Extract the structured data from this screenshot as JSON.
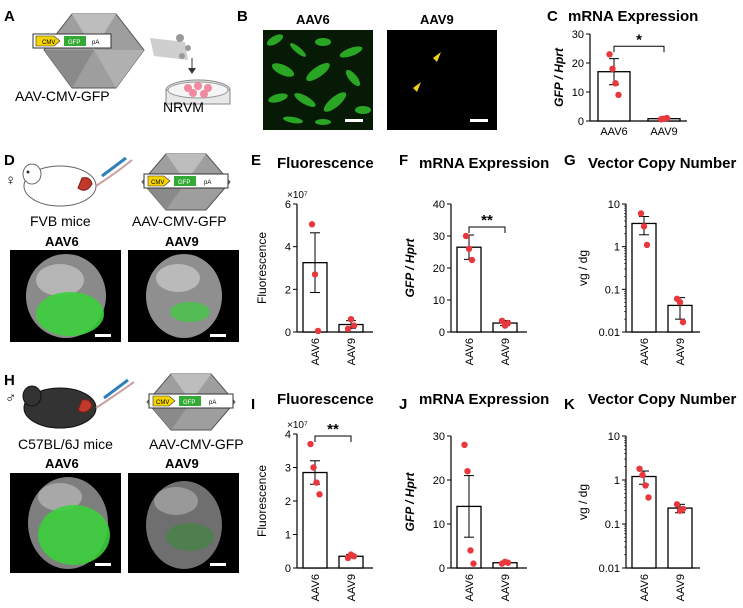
{
  "panels": {
    "A": {
      "letter": "A",
      "construct": "AAV-CMV-GFP",
      "cells": "NRVM",
      "parts": [
        "CMV",
        "GFP",
        "pA"
      ]
    },
    "B": {
      "letter": "B",
      "img1": "AAV6",
      "img2": "AAV9"
    },
    "C": {
      "letter": "C",
      "title": "mRNA Expression"
    },
    "D": {
      "letter": "D",
      "sex": "♀",
      "mice": "FVB mice",
      "construct": "AAV-CMV-GFP",
      "img1": "AAV6",
      "img2": "AAV9"
    },
    "E": {
      "letter": "E",
      "title": "Fluorescence"
    },
    "F": {
      "letter": "F",
      "title": "mRNA Expression"
    },
    "G": {
      "letter": "G",
      "title": "Vector Copy Number"
    },
    "H": {
      "letter": "H",
      "sex": "♂",
      "mice": "C57BL/6J mice",
      "construct": "AAV-CMV-GFP",
      "img1": "AAV6",
      "img2": "AAV9"
    },
    "I": {
      "letter": "I",
      "title": "Fluorescence"
    },
    "J": {
      "letter": "J",
      "title": "mRNA Expression"
    },
    "K": {
      "letter": "K",
      "title": "Vector Copy Number"
    }
  },
  "colors": {
    "bar_fill": "#ffffff",
    "bar_stroke": "#000000",
    "point": "#e8383d",
    "gfp": "#33cc33",
    "cmv": "#f5d400"
  },
  "chart_data": [
    {
      "id": "C",
      "type": "bar",
      "categories": [
        "AAV6",
        "AAV9"
      ],
      "values": [
        17,
        0.8
      ],
      "errors": [
        4.5,
        0.3
      ],
      "points": [
        [
          23,
          18,
          13,
          9
        ],
        [
          0.6,
          0.8,
          1.0
        ]
      ],
      "ylabel": "GFP / Hprt",
      "yticks": [
        "0",
        "10",
        "20",
        "30"
      ],
      "ylim": [
        0,
        30
      ],
      "scale": "linear",
      "signif": "*"
    },
    {
      "id": "E",
      "type": "bar",
      "categories": [
        "AAV6",
        "AAV9"
      ],
      "values": [
        3.25,
        0.35
      ],
      "errors": [
        1.4,
        0.18
      ],
      "points": [
        [
          5.05,
          2.7,
          0.05
        ],
        [
          0.15,
          0.6,
          0.3
        ]
      ],
      "ylabel": "Fluorescence",
      "yticks": [
        "0",
        "2",
        "4",
        "6"
      ],
      "ylim": [
        0,
        6
      ],
      "scale": "linear",
      "exponent": "×10⁷",
      "signif": ""
    },
    {
      "id": "F",
      "type": "bar",
      "categories": [
        "AAV6",
        "AAV9"
      ],
      "values": [
        26.5,
        2.8
      ],
      "errors": [
        3.8,
        0.8
      ],
      "points": [
        [
          30,
          26,
          22.5
        ],
        [
          3.5,
          2.0,
          2.8
        ]
      ],
      "ylabel": "GFP / Hprt",
      "yticks": [
        "0",
        "10",
        "20",
        "30",
        "40"
      ],
      "ylim": [
        0,
        40
      ],
      "scale": "linear",
      "signif": "**"
    },
    {
      "id": "G",
      "type": "bar",
      "categories": [
        "AAV6",
        "AAV9"
      ],
      "values": [
        3.5,
        0.042
      ],
      "errors": [
        1.6,
        0.022
      ],
      "points": [
        [
          6,
          3,
          1.1
        ],
        [
          0.06,
          0.05,
          0.017
        ]
      ],
      "ylabel": "vg / dg",
      "yticks": [
        "0.01",
        "0.1",
        "1",
        "10"
      ],
      "ylim": [
        0.01,
        10
      ],
      "scale": "log",
      "signif": ""
    },
    {
      "id": "I",
      "type": "bar",
      "categories": [
        "AAV6",
        "AAV9"
      ],
      "values": [
        2.85,
        0.35
      ],
      "errors": [
        0.35,
        0.05
      ],
      "points": [
        [
          3.7,
          3.0,
          2.55,
          2.2
        ],
        [
          0.3,
          0.4,
          0.35
        ]
      ],
      "ylabel": "Fluorescence",
      "yticks": [
        "0",
        "1",
        "2",
        "3",
        "4"
      ],
      "ylim": [
        0,
        4
      ],
      "scale": "linear",
      "exponent": "×10⁷",
      "signif": "**"
    },
    {
      "id": "J",
      "type": "bar",
      "categories": [
        "AAV6",
        "AAV9"
      ],
      "values": [
        14,
        1.2
      ],
      "errors": [
        7,
        0.3
      ],
      "points": [
        [
          28,
          22,
          4,
          1
        ],
        [
          1.0,
          1.4,
          1.2
        ]
      ],
      "ylabel": "GFP / Hprt",
      "yticks": [
        "0",
        "10",
        "20",
        "30"
      ],
      "ylim": [
        0,
        30
      ],
      "scale": "linear",
      "signif": ""
    },
    {
      "id": "K",
      "type": "bar",
      "categories": [
        "AAV6",
        "AAV9"
      ],
      "values": [
        1.2,
        0.23
      ],
      "errors": [
        0.4,
        0.05
      ],
      "points": [
        [
          1.8,
          1.3,
          0.75,
          0.4
        ],
        [
          0.28,
          0.2,
          0.22
        ]
      ],
      "ylabel": "vg / dg",
      "yticks": [
        "0.01",
        "0.1",
        "1",
        "10"
      ],
      "ylim": [
        0.01,
        10
      ],
      "scale": "log",
      "signif": ""
    }
  ]
}
